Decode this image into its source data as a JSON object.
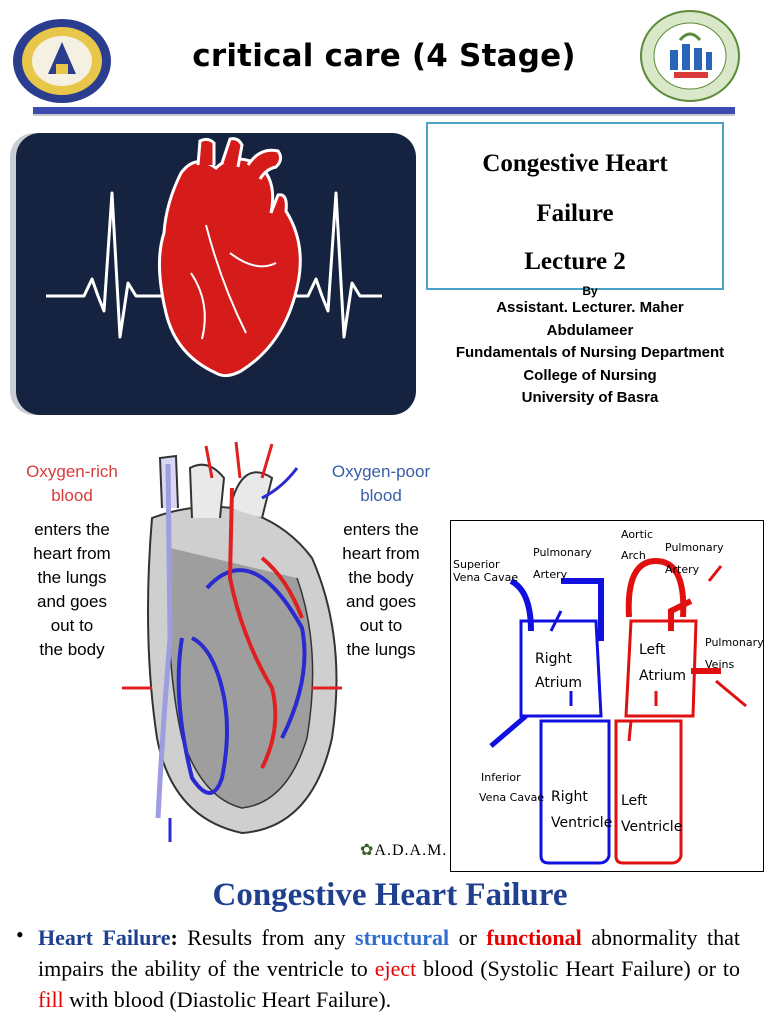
{
  "header": {
    "title": "critical care (4 Stage)"
  },
  "lecture": {
    "title_line1": "Congestive Heart",
    "title_line2": "Failure",
    "title_line3": "Lecture 2"
  },
  "author": {
    "by": "By",
    "name_line1": "Assistant. Lecturer. Maher",
    "name_line2": "Abdulameer",
    "department": "Fundamentals of Nursing Department",
    "college": "College of Nursing",
    "university": "University of Basra"
  },
  "heart_diagram": {
    "left_caption_title_1": "Oxygen-rich",
    "left_caption_title_2": "blood",
    "left_caption_body": [
      "enters the",
      "heart from",
      "the lungs",
      "and goes",
      "out to",
      "the body"
    ],
    "right_caption_title_1": "Oxygen-poor",
    "right_caption_title_2": "blood",
    "right_caption_body": [
      "enters the",
      "heart from",
      "the body",
      "and goes",
      "out to",
      "the lungs"
    ],
    "credit": "A.D.A.M."
  },
  "flow_diagram": {
    "superior_vena_cavae_1": "Superior",
    "superior_vena_cavae_2": "Vena Cavae",
    "pulmonary_artery_left_1": "Pulmonary",
    "pulmonary_artery_left_2": "Artery",
    "aortic_arch_1": "Aortic",
    "aortic_arch_2": "Arch",
    "pulmonary_artery_right_1": "Pulmonary",
    "pulmonary_artery_right_2": "Artery",
    "pulmonary_veins_1": "Pulmonary",
    "pulmonary_veins_2": "Veins",
    "right_atrium_1": "Right",
    "right_atrium_2": "Atrium",
    "left_atrium_1": "Left",
    "left_atrium_2": "Atrium",
    "inferior_vena_cavae_1": "Inferior",
    "inferior_vena_cavae_2": "Vena Cavae",
    "right_ventricle_1": "Right",
    "right_ventricle_2": "Ventricle",
    "left_ventricle_1": "Left",
    "left_ventricle_2": "Ventricle"
  },
  "section": {
    "title": "Congestive Heart Failure",
    "bullet": "•",
    "term": "Heart Failure",
    "colon": ":",
    "t1": " Results from any ",
    "structural": "structural",
    "t2": " or ",
    "functional": "functional",
    "t3": " abnormality that impairs the ability of the ventricle to ",
    "eject": "eject",
    "t4": " blood (Systolic Heart Failure) or to ",
    "fill": "fill",
    "t5": " with blood (Diastolic Heart Failure)."
  },
  "colors": {
    "accent_blue": "#1f3f8f",
    "red": "#e60000",
    "light_blue": "#2e6ccf"
  }
}
